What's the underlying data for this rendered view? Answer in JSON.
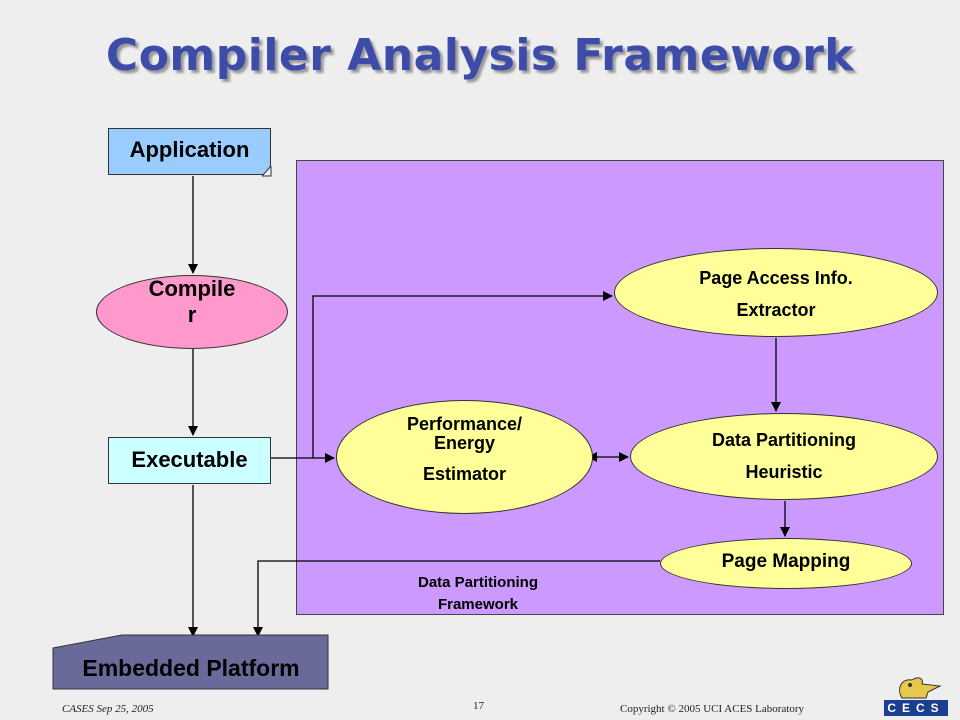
{
  "slide": {
    "title": "Compiler Analysis Framework",
    "footer_left": "CASES  Sep 25, 2005",
    "page_number": "17",
    "footer_right": "Copyright © 2005  UCI ACES Laboratory",
    "logo_text": "CECS"
  },
  "diagram": {
    "application": "Application",
    "compiler_line1": "Compile",
    "compiler_line2": "r",
    "executable": "Executable",
    "embedded_platform": "Embedded Platform",
    "page_access_line1": "Page Access Info.",
    "page_access_line2": "Extractor",
    "perf_line1": "Performance/",
    "perf_line2": "Energy",
    "perf_line3": "Estimator",
    "dph_line1": "Data Partitioning",
    "dph_line2": "Heuristic",
    "page_mapping": "Page Mapping",
    "framework_line1": "Data Partitioning",
    "framework_line2": "Framework"
  },
  "colors": {
    "title": "#3d4ca8",
    "panel": "#cc99ff",
    "application": "#99ccff",
    "executable": "#ccffff",
    "compiler": "#ff99cc",
    "ellipse": "#ffff99",
    "embedded": "#6a6a9a"
  }
}
